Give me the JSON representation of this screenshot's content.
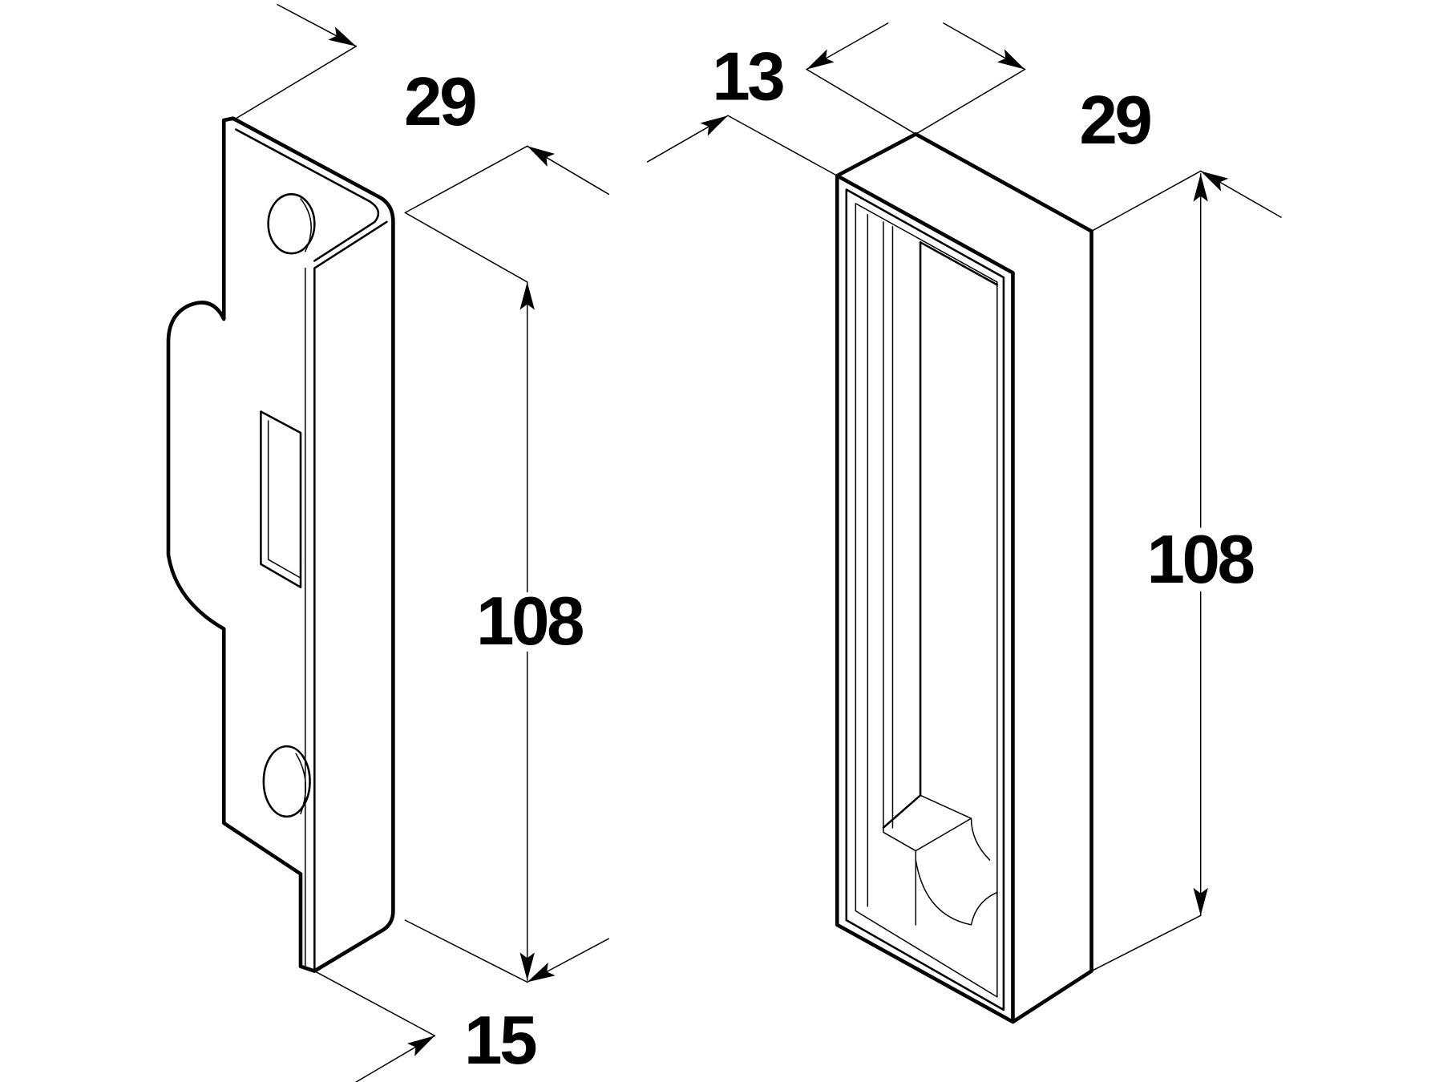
{
  "diagram": {
    "title": "Strike plate and box keep dimensions",
    "strike_plate": {
      "width_label": "29",
      "height_label": "108",
      "depth_label": "15"
    },
    "box_keep": {
      "depth_label": "13",
      "width_label": "29",
      "height_label": "108"
    },
    "line_color": "#000000"
  }
}
